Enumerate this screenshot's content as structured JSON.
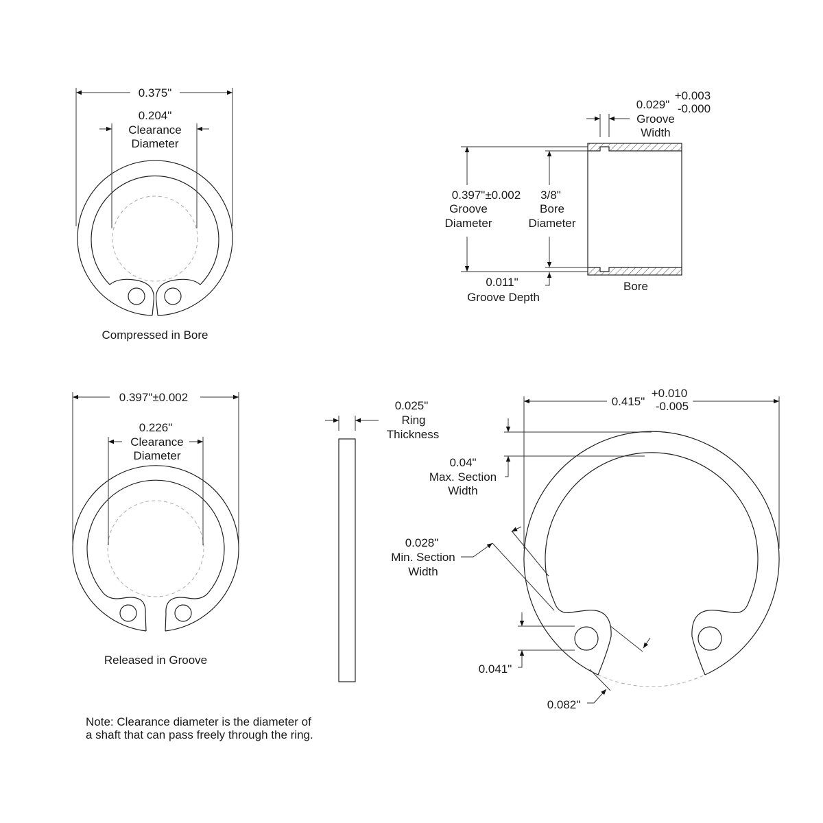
{
  "compressed_view": {
    "outer_dimension": "0.375\"",
    "clearance_value": "0.204\"",
    "clearance_label_1": "Clearance",
    "clearance_label_2": "Diameter",
    "caption": "Compressed in Bore"
  },
  "bore_view": {
    "groove_width_value": "0.029\"",
    "groove_width_tol_plus": "+0.003",
    "groove_width_tol_minus": "-0.000",
    "groove_width_label_1": "Groove",
    "groove_width_label_2": "Width",
    "groove_diameter_value": "0.397\"±0.002",
    "groove_diameter_label_1": "Groove",
    "groove_diameter_label_2": "Diameter",
    "bore_diameter_value": "3/8\"",
    "bore_diameter_label_1": "Bore",
    "bore_diameter_label_2": "Diameter",
    "groove_depth_value": "0.011\"",
    "groove_depth_label": "Groove Depth",
    "caption": "Bore"
  },
  "released_view": {
    "outer_dimension": "0.397\"±0.002",
    "clearance_value": "0.226\"",
    "clearance_label_1": "Clearance",
    "clearance_label_2": "Diameter",
    "caption": "Released in Groove"
  },
  "thickness_view": {
    "value": "0.025\"",
    "label_1": "Ring",
    "label_2": "Thickness"
  },
  "detail_view": {
    "free_diameter_value": "0.415\"",
    "free_diameter_tol_plus": "+0.010",
    "free_diameter_tol_minus": "-0.005",
    "max_section_value": "0.04\"",
    "max_section_label_1": "Max. Section",
    "max_section_label_2": "Width",
    "min_section_value": "0.028\"",
    "min_section_label_1": "Min. Section",
    "min_section_label_2": "Width",
    "hole_dimension": "0.041\"",
    "lug_dimension": "0.082\""
  },
  "note": {
    "line_1": "Note: Clearance diameter is the diameter of",
    "line_2": "a shaft that can pass freely through the ring."
  }
}
